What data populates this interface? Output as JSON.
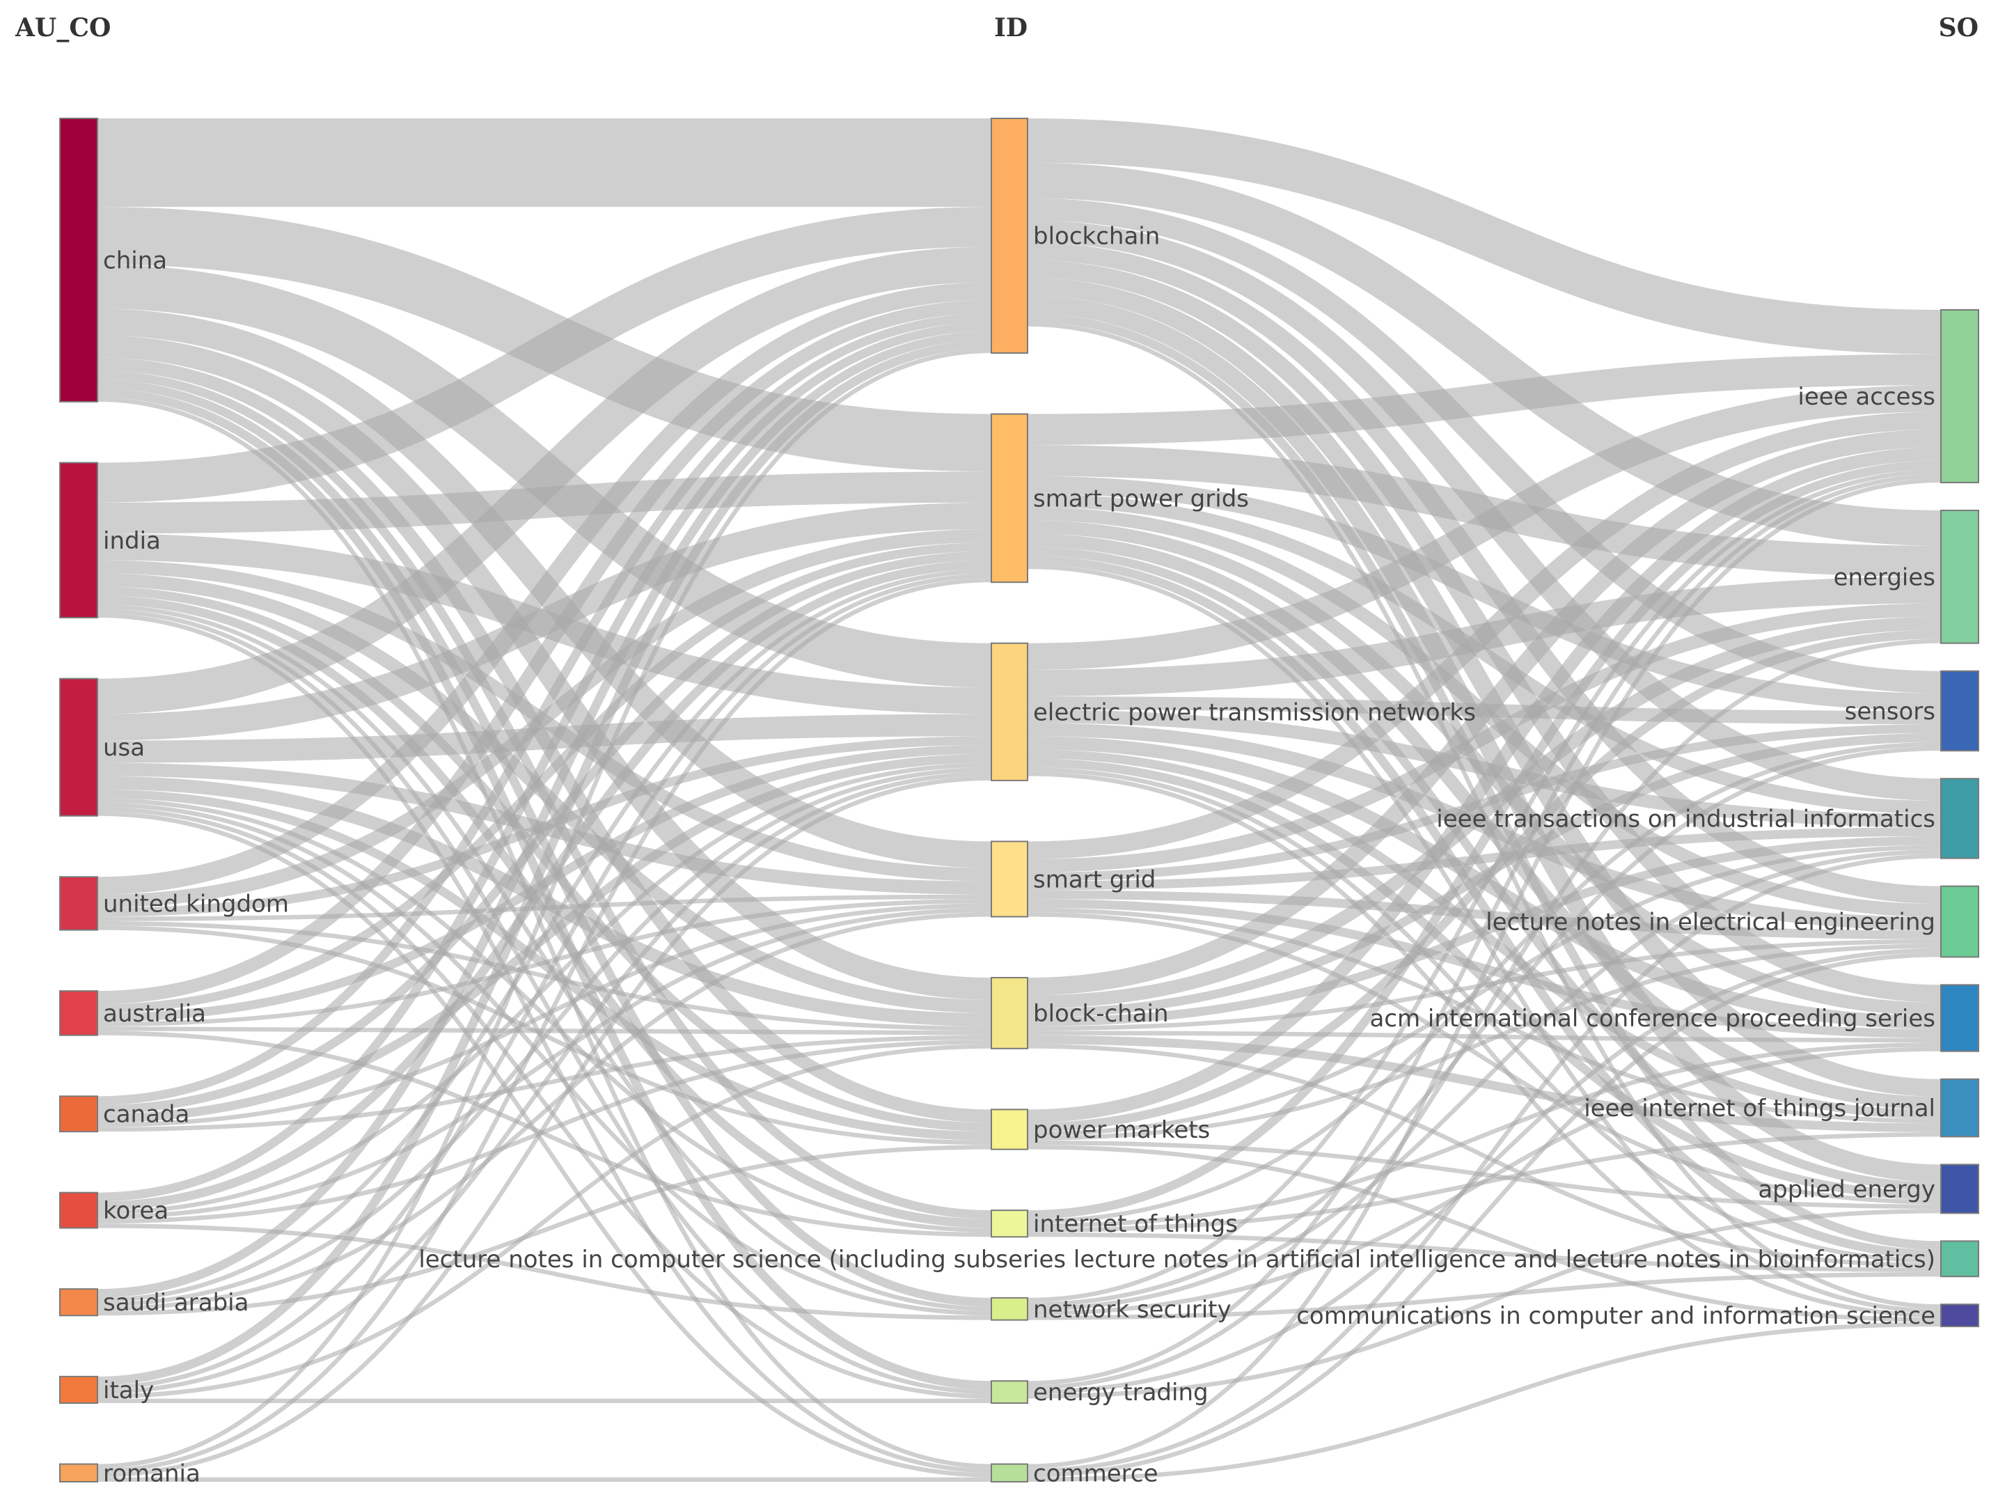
{
  "columns": [
    {
      "key": "left",
      "title": "AU_CO"
    },
    {
      "key": "mid",
      "title": "ID"
    },
    {
      "key": "right",
      "title": "SO"
    }
  ],
  "nodes": {
    "left": [
      {
        "id": "china",
        "label": "china",
        "color": "#a0003c"
      },
      {
        "id": "india",
        "label": "india",
        "color": "#b8123f"
      },
      {
        "id": "usa",
        "label": "usa",
        "color": "#c41d42"
      },
      {
        "id": "united-kingdom",
        "label": "united kingdom",
        "color": "#d6364a"
      },
      {
        "id": "australia",
        "label": "australia",
        "color": "#e0414a"
      },
      {
        "id": "canada",
        "label": "canada",
        "color": "#ec6a3a"
      },
      {
        "id": "korea",
        "label": "korea",
        "color": "#e64e3f"
      },
      {
        "id": "saudi-arabia",
        "label": "saudi arabia",
        "color": "#f4874a"
      },
      {
        "id": "italy",
        "label": "italy",
        "color": "#f27a3c"
      },
      {
        "id": "romania",
        "label": "romania",
        "color": "#f6a35c"
      }
    ],
    "mid": [
      {
        "id": "blockchain",
        "label": "blockchain",
        "color": "#fdae61"
      },
      {
        "id": "smart-power-grids",
        "label": "smart power grids",
        "color": "#fdbc65"
      },
      {
        "id": "electric-power-transmission-networks",
        "label": "electric power transmission networks",
        "color": "#fdd47e"
      },
      {
        "id": "smart-grid",
        "label": "smart grid",
        "color": "#fee08b"
      },
      {
        "id": "block-chain",
        "label": "block-chain",
        "color": "#f4e68a"
      },
      {
        "id": "power-markets",
        "label": "power markets",
        "color": "#f8f28f"
      },
      {
        "id": "internet-of-things",
        "label": "internet of things",
        "color": "#eef69a"
      },
      {
        "id": "network-security",
        "label": "network security",
        "color": "#d9ef8b"
      },
      {
        "id": "energy-trading",
        "label": "energy trading",
        "color": "#c7e89a"
      },
      {
        "id": "commerce",
        "label": "commerce",
        "color": "#b6e09a"
      }
    ],
    "right": [
      {
        "id": "ieee-access",
        "label": "ieee access",
        "color": "#8fd196"
      },
      {
        "id": "energies",
        "label": "energies",
        "color": "#82cfa0"
      },
      {
        "id": "sensors",
        "label": "sensors",
        "color": "#3a66b6"
      },
      {
        "id": "ieee-tii",
        "label": "ieee transactions on industrial informatics",
        "color": "#3e9da6"
      },
      {
        "id": "lnee",
        "label": "lecture notes in electrical engineering",
        "color": "#6acc94"
      },
      {
        "id": "acm-icps",
        "label": "acm international conference proceeding series",
        "color": "#2e86c1"
      },
      {
        "id": "ieee-iot-journal",
        "label": "ieee internet of things journal",
        "color": "#3a8fbf"
      },
      {
        "id": "applied-energy",
        "label": "applied energy",
        "color": "#3f55a8"
      },
      {
        "id": "lncs",
        "label": "lecture notes in computer science (including subseries lecture notes in artificial intelligence and lecture notes in bioinformatics)",
        "color": "#5fbfa0"
      },
      {
        "id": "ccis",
        "label": "communications in computer and information science",
        "color": "#4e4a9e"
      }
    ]
  },
  "links": [
    {
      "source": "china",
      "target": "blockchain",
      "value": 20
    },
    {
      "source": "china",
      "target": "smart-power-grids",
      "value": 13
    },
    {
      "source": "china",
      "target": "electric-power-transmission-networks",
      "value": 10
    },
    {
      "source": "china",
      "target": "smart-grid",
      "value": 6
    },
    {
      "source": "china",
      "target": "block-chain",
      "value": 5
    },
    {
      "source": "china",
      "target": "power-markets",
      "value": 3
    },
    {
      "source": "china",
      "target": "internet-of-things",
      "value": 2
    },
    {
      "source": "china",
      "target": "network-security",
      "value": 2
    },
    {
      "source": "china",
      "target": "energy-trading",
      "value": 2
    },
    {
      "source": "china",
      "target": "commerce",
      "value": 1
    },
    {
      "source": "india",
      "target": "blockchain",
      "value": 9
    },
    {
      "source": "india",
      "target": "smart-power-grids",
      "value": 7
    },
    {
      "source": "india",
      "target": "electric-power-transmission-networks",
      "value": 6
    },
    {
      "source": "india",
      "target": "smart-grid",
      "value": 3
    },
    {
      "source": "india",
      "target": "block-chain",
      "value": 3
    },
    {
      "source": "india",
      "target": "power-markets",
      "value": 2
    },
    {
      "source": "india",
      "target": "internet-of-things",
      "value": 2
    },
    {
      "source": "india",
      "target": "network-security",
      "value": 1
    },
    {
      "source": "india",
      "target": "energy-trading",
      "value": 1
    },
    {
      "source": "india",
      "target": "commerce",
      "value": 1
    },
    {
      "source": "usa",
      "target": "blockchain",
      "value": 8
    },
    {
      "source": "usa",
      "target": "smart-power-grids",
      "value": 6
    },
    {
      "source": "usa",
      "target": "electric-power-transmission-networks",
      "value": 5
    },
    {
      "source": "usa",
      "target": "smart-grid",
      "value": 3
    },
    {
      "source": "usa",
      "target": "block-chain",
      "value": 3
    },
    {
      "source": "usa",
      "target": "power-markets",
      "value": 2
    },
    {
      "source": "usa",
      "target": "internet-of-things",
      "value": 1
    },
    {
      "source": "usa",
      "target": "network-security",
      "value": 1
    },
    {
      "source": "usa",
      "target": "energy-trading",
      "value": 1
    },
    {
      "source": "usa",
      "target": "commerce",
      "value": 1
    },
    {
      "source": "united-kingdom",
      "target": "blockchain",
      "value": 4
    },
    {
      "source": "united-kingdom",
      "target": "smart-power-grids",
      "value": 3
    },
    {
      "source": "united-kingdom",
      "target": "electric-power-transmission-networks",
      "value": 2
    },
    {
      "source": "united-kingdom",
      "target": "smart-grid",
      "value": 1
    },
    {
      "source": "united-kingdom",
      "target": "block-chain",
      "value": 1
    },
    {
      "source": "united-kingdom",
      "target": "power-markets",
      "value": 1
    },
    {
      "source": "australia",
      "target": "blockchain",
      "value": 3
    },
    {
      "source": "australia",
      "target": "smart-power-grids",
      "value": 2
    },
    {
      "source": "australia",
      "target": "electric-power-transmission-networks",
      "value": 2
    },
    {
      "source": "australia",
      "target": "smart-grid",
      "value": 1
    },
    {
      "source": "australia",
      "target": "block-chain",
      "value": 1
    },
    {
      "source": "australia",
      "target": "internet-of-things",
      "value": 1
    },
    {
      "source": "canada",
      "target": "blockchain",
      "value": 2
    },
    {
      "source": "canada",
      "target": "smart-power-grids",
      "value": 2
    },
    {
      "source": "canada",
      "target": "electric-power-transmission-networks",
      "value": 2
    },
    {
      "source": "canada",
      "target": "smart-grid",
      "value": 1
    },
    {
      "source": "canada",
      "target": "block-chain",
      "value": 1
    },
    {
      "source": "korea",
      "target": "blockchain",
      "value": 2
    },
    {
      "source": "korea",
      "target": "smart-power-grids",
      "value": 2
    },
    {
      "source": "korea",
      "target": "electric-power-transmission-networks",
      "value": 1
    },
    {
      "source": "korea",
      "target": "smart-grid",
      "value": 1
    },
    {
      "source": "korea",
      "target": "network-security",
      "value": 1
    },
    {
      "source": "korea",
      "target": "block-chain",
      "value": 1
    },
    {
      "source": "saudi-arabia",
      "target": "blockchain",
      "value": 2
    },
    {
      "source": "saudi-arabia",
      "target": "smart-power-grids",
      "value": 1
    },
    {
      "source": "saudi-arabia",
      "target": "electric-power-transmission-networks",
      "value": 1
    },
    {
      "source": "saudi-arabia",
      "target": "smart-grid",
      "value": 1
    },
    {
      "source": "saudi-arabia",
      "target": "power-markets",
      "value": 1
    },
    {
      "source": "italy",
      "target": "blockchain",
      "value": 2
    },
    {
      "source": "italy",
      "target": "smart-power-grids",
      "value": 1
    },
    {
      "source": "italy",
      "target": "electric-power-transmission-networks",
      "value": 1
    },
    {
      "source": "italy",
      "target": "block-chain",
      "value": 1
    },
    {
      "source": "italy",
      "target": "energy-trading",
      "value": 1
    },
    {
      "source": "romania",
      "target": "blockchain",
      "value": 1
    },
    {
      "source": "romania",
      "target": "smart-power-grids",
      "value": 1
    },
    {
      "source": "romania",
      "target": "electric-power-transmission-networks",
      "value": 1
    },
    {
      "source": "romania",
      "target": "commerce",
      "value": 1
    },
    {
      "source": "blockchain",
      "target": "ieee-access",
      "value": 10
    },
    {
      "source": "blockchain",
      "target": "energies",
      "value": 8
    },
    {
      "source": "blockchain",
      "target": "sensors",
      "value": 5
    },
    {
      "source": "blockchain",
      "target": "ieee-tii",
      "value": 5
    },
    {
      "source": "blockchain",
      "target": "lnee",
      "value": 4
    },
    {
      "source": "blockchain",
      "target": "acm-icps",
      "value": 4
    },
    {
      "source": "blockchain",
      "target": "ieee-iot-journal",
      "value": 4
    },
    {
      "source": "blockchain",
      "target": "applied-energy",
      "value": 4
    },
    {
      "source": "blockchain",
      "target": "lncs",
      "value": 2
    },
    {
      "source": "blockchain",
      "target": "ccis",
      "value": 1
    },
    {
      "source": "smart-power-grids",
      "target": "ieee-access",
      "value": 7
    },
    {
      "source": "smart-power-grids",
      "target": "energies",
      "value": 7
    },
    {
      "source": "smart-power-grids",
      "target": "sensors",
      "value": 4
    },
    {
      "source": "smart-power-grids",
      "target": "ieee-tii",
      "value": 3
    },
    {
      "source": "smart-power-grids",
      "target": "lnee",
      "value": 3
    },
    {
      "source": "smart-power-grids",
      "target": "acm-icps",
      "value": 3
    },
    {
      "source": "smart-power-grids",
      "target": "ieee-iot-journal",
      "value": 3
    },
    {
      "source": "smart-power-grids",
      "target": "applied-energy",
      "value": 2
    },
    {
      "source": "smart-power-grids",
      "target": "lncs",
      "value": 2
    },
    {
      "source": "smart-power-grids",
      "target": "ccis",
      "value": 1
    },
    {
      "source": "electric-power-transmission-networks",
      "target": "ieee-access",
      "value": 6
    },
    {
      "source": "electric-power-transmission-networks",
      "target": "energies",
      "value": 6
    },
    {
      "source": "electric-power-transmission-networks",
      "target": "sensors",
      "value": 3
    },
    {
      "source": "electric-power-transmission-networks",
      "target": "ieee-tii",
      "value": 3
    },
    {
      "source": "electric-power-transmission-networks",
      "target": "lnee",
      "value": 3
    },
    {
      "source": "electric-power-transmission-networks",
      "target": "acm-icps",
      "value": 3
    },
    {
      "source": "electric-power-transmission-networks",
      "target": "ieee-iot-journal",
      "value": 2
    },
    {
      "source": "electric-power-transmission-networks",
      "target": "applied-energy",
      "value": 2
    },
    {
      "source": "electric-power-transmission-networks",
      "target": "lncs",
      "value": 1
    },
    {
      "source": "electric-power-transmission-networks",
      "target": "ccis",
      "value": 1
    },
    {
      "source": "smart-grid",
      "target": "ieee-access",
      "value": 4
    },
    {
      "source": "smart-grid",
      "target": "energies",
      "value": 3
    },
    {
      "source": "smart-grid",
      "target": "sensors",
      "value": 2
    },
    {
      "source": "smart-grid",
      "target": "ieee-tii",
      "value": 2
    },
    {
      "source": "smart-grid",
      "target": "lnee",
      "value": 2
    },
    {
      "source": "smart-grid",
      "target": "acm-icps",
      "value": 2
    },
    {
      "source": "smart-grid",
      "target": "ieee-iot-journal",
      "value": 1
    },
    {
      "source": "smart-grid",
      "target": "applied-energy",
      "value": 1
    },
    {
      "source": "block-chain",
      "target": "ieee-access",
      "value": 4
    },
    {
      "source": "block-chain",
      "target": "energies",
      "value": 3
    },
    {
      "source": "block-chain",
      "target": "sensors",
      "value": 2
    },
    {
      "source": "block-chain",
      "target": "ieee-tii",
      "value": 2
    },
    {
      "source": "block-chain",
      "target": "lnee",
      "value": 1
    },
    {
      "source": "block-chain",
      "target": "acm-icps",
      "value": 1
    },
    {
      "source": "block-chain",
      "target": "ieee-iot-journal",
      "value": 2
    },
    {
      "source": "block-chain",
      "target": "lncs",
      "value": 1
    },
    {
      "source": "power-markets",
      "target": "ieee-access",
      "value": 3
    },
    {
      "source": "power-markets",
      "target": "energies",
      "value": 2
    },
    {
      "source": "power-markets",
      "target": "ieee-tii",
      "value": 1
    },
    {
      "source": "power-markets",
      "target": "lnee",
      "value": 1
    },
    {
      "source": "power-markets",
      "target": "applied-energy",
      "value": 1
    },
    {
      "source": "power-markets",
      "target": "ccis",
      "value": 1
    },
    {
      "source": "internet-of-things",
      "target": "ieee-access",
      "value": 2
    },
    {
      "source": "internet-of-things",
      "target": "sensors",
      "value": 1
    },
    {
      "source": "internet-of-things",
      "target": "ieee-iot-journal",
      "value": 1
    },
    {
      "source": "internet-of-things",
      "target": "acm-icps",
      "value": 1
    },
    {
      "source": "internet-of-things",
      "target": "lncs",
      "value": 1
    },
    {
      "source": "network-security",
      "target": "ieee-access",
      "value": 1
    },
    {
      "source": "network-security",
      "target": "sensors",
      "value": 1
    },
    {
      "source": "network-security",
      "target": "ieee-tii",
      "value": 1
    },
    {
      "source": "network-security",
      "target": "acm-icps",
      "value": 1
    },
    {
      "source": "network-security",
      "target": "lncs",
      "value": 1
    },
    {
      "source": "energy-trading",
      "target": "ieee-access",
      "value": 1
    },
    {
      "source": "energy-trading",
      "target": "energies",
      "value": 1
    },
    {
      "source": "energy-trading",
      "target": "applied-energy",
      "value": 1
    },
    {
      "source": "energy-trading",
      "target": "lnee",
      "value": 1
    },
    {
      "source": "commerce",
      "target": "ieee-access",
      "value": 1
    },
    {
      "source": "commerce",
      "target": "lnee",
      "value": 1
    },
    {
      "source": "commerce",
      "target": "ccis",
      "value": 1
    },
    {
      "source": "commerce",
      "target": "ieee-tii",
      "value": 1
    }
  ]
}
